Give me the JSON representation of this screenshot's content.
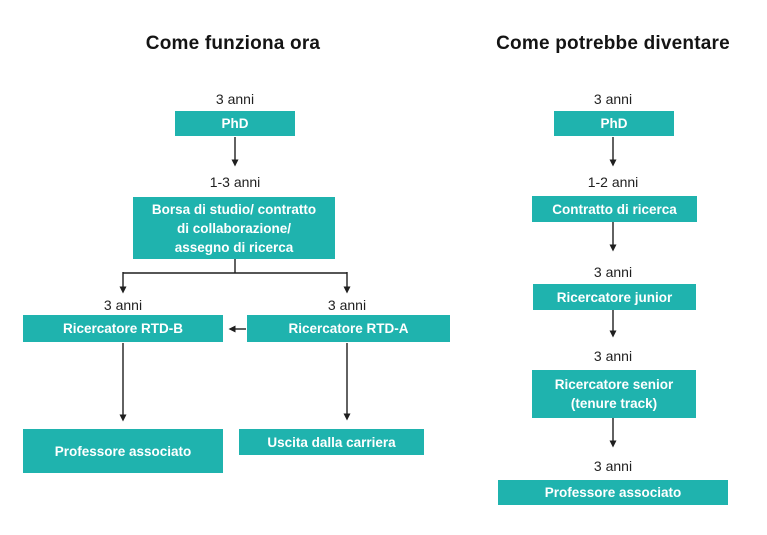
{
  "colors": {
    "accent": "#1fb3ae",
    "ink": "#1f1f1f",
    "box_text": "#ffffff",
    "background": "#ffffff"
  },
  "left": {
    "title": "Come funziona ora",
    "durations": {
      "phd": "3 anni",
      "borsa": "1-3 anni",
      "rtdb": "3 anni",
      "rtda": "3 anni"
    },
    "boxes": {
      "phd": "PhD",
      "borsa_lines": [
        "Borsa di studio/ contratto",
        "di collaborazione/",
        "assegno di ricerca"
      ],
      "rtdb": "Ricercatore RTD-B",
      "rtda": "Ricercatore RTD-A",
      "professore": "Professore associato",
      "uscita": "Uscita dalla carriera"
    }
  },
  "right": {
    "title": "Come potrebbe diventare",
    "durations": {
      "phd": "3 anni",
      "contratto": "1-2 anni",
      "junior": "3 anni",
      "senior": "3 anni",
      "professore": "3 anni"
    },
    "boxes": {
      "phd": "PhD",
      "contratto": "Contratto di ricerca",
      "junior": "Ricercatore junior",
      "senior_lines": [
        "Ricercatore senior",
        "(tenure track)"
      ],
      "professore": "Professore associato"
    }
  }
}
